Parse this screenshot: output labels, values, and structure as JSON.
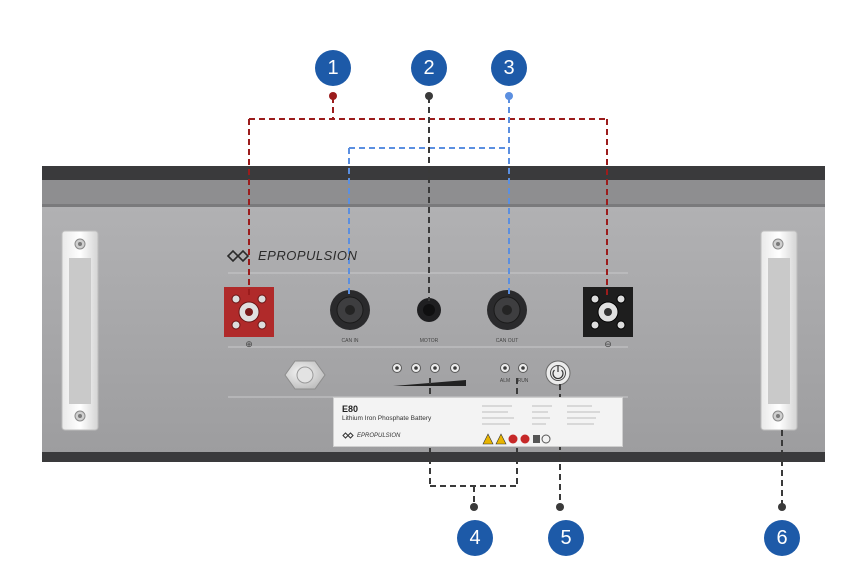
{
  "brand": {
    "name": "EPROPULSION",
    "logo_icon": "infinity-chain-logo"
  },
  "callouts": [
    {
      "number": "1",
      "color": "#9b1c1c"
    },
    {
      "number": "2",
      "color": "#3a3a3a"
    },
    {
      "number": "3",
      "color": "#5b8fe0"
    },
    {
      "number": "4",
      "color": "#3a3a3a"
    },
    {
      "number": "5",
      "color": "#3a3a3a"
    },
    {
      "number": "6",
      "color": "#3a3a3a"
    }
  ],
  "ports": [
    {
      "name": "positive-terminal",
      "label": "⊕"
    },
    {
      "name": "can-in",
      "label": "CAN IN"
    },
    {
      "name": "motor-port",
      "label": "MOTOR"
    },
    {
      "name": "can-out",
      "label": "CAN OUT"
    },
    {
      "name": "negative-terminal",
      "label": "⊖"
    }
  ],
  "aux_labels": [
    "ALM",
    "RUN"
  ],
  "nameplate": {
    "model": "E80",
    "description": "Lithium Iron Phosphate Battery",
    "brand": "EPROPULSION"
  },
  "colors": {
    "badge": "#1d5aa8",
    "panel": "#a7a7a9",
    "terminal_positive": "#b02a2a",
    "terminal_negative": "#1e1e1e"
  }
}
